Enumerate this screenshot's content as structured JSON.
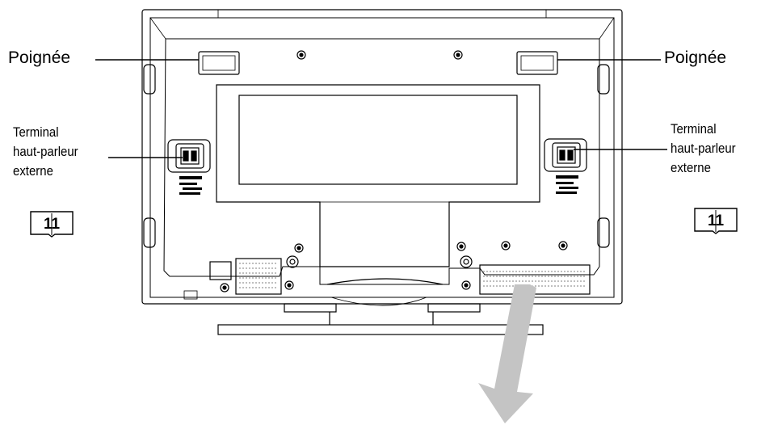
{
  "labels": {
    "handle_left": "Poignée",
    "handle_right": "Poignée",
    "speaker_left": [
      "Terminal",
      "haut-parleur",
      "externe"
    ],
    "speaker_right": [
      "Terminal",
      "haut-parleur",
      "externe"
    ],
    "ref_left": "11",
    "ref_right": "11"
  }
}
